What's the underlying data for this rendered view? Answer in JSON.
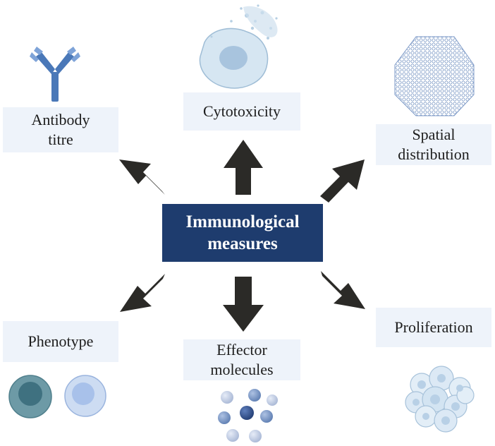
{
  "center": {
    "line1": "Immunological",
    "line2": "measures"
  },
  "measures": {
    "antibody": {
      "line1": "Antibody",
      "line2": "titre",
      "icon": "antibody-icon"
    },
    "cytotoxicity": {
      "label": "Cytotoxicity",
      "icon": "lysing-cell-icon"
    },
    "spatial": {
      "line1": "Spatial",
      "line2": "distribution",
      "icon": "cell-cluster-icon"
    },
    "phenotype": {
      "label": "Phenotype",
      "icon": "immune-cells-icon"
    },
    "effector": {
      "line1": "Effector",
      "line2": "molecules",
      "icon": "molecules-icon"
    },
    "proliferation": {
      "label": "Proliferation",
      "icon": "proliferating-cells-icon"
    }
  },
  "colors": {
    "center_fill": "#1e3c6e",
    "label_fill": "#eef3fa",
    "arrow": "#2b2a27",
    "icon_blue": "#4a78b8"
  }
}
